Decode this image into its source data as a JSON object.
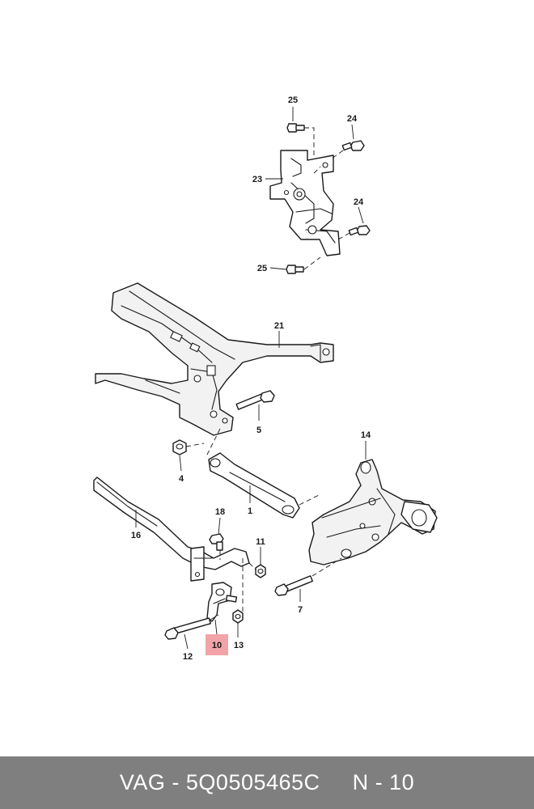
{
  "diagram": {
    "labels": {
      "p25a": "25",
      "p24a": "24",
      "p23": "23",
      "p24b": "24",
      "p25b": "25",
      "p21": "21",
      "p5": "5",
      "p14": "14",
      "p4": "4",
      "p1": "1",
      "p18": "18",
      "p16": "16",
      "p11": "11",
      "p7": "7",
      "p12": "12",
      "p10": "10",
      "p13": "13"
    },
    "highlight_color": "#f2a3a8"
  },
  "footer": {
    "brand": "VAG",
    "sep1": " - ",
    "part_number": "5Q0505465C",
    "gap": "     ",
    "item": "N - 10"
  }
}
